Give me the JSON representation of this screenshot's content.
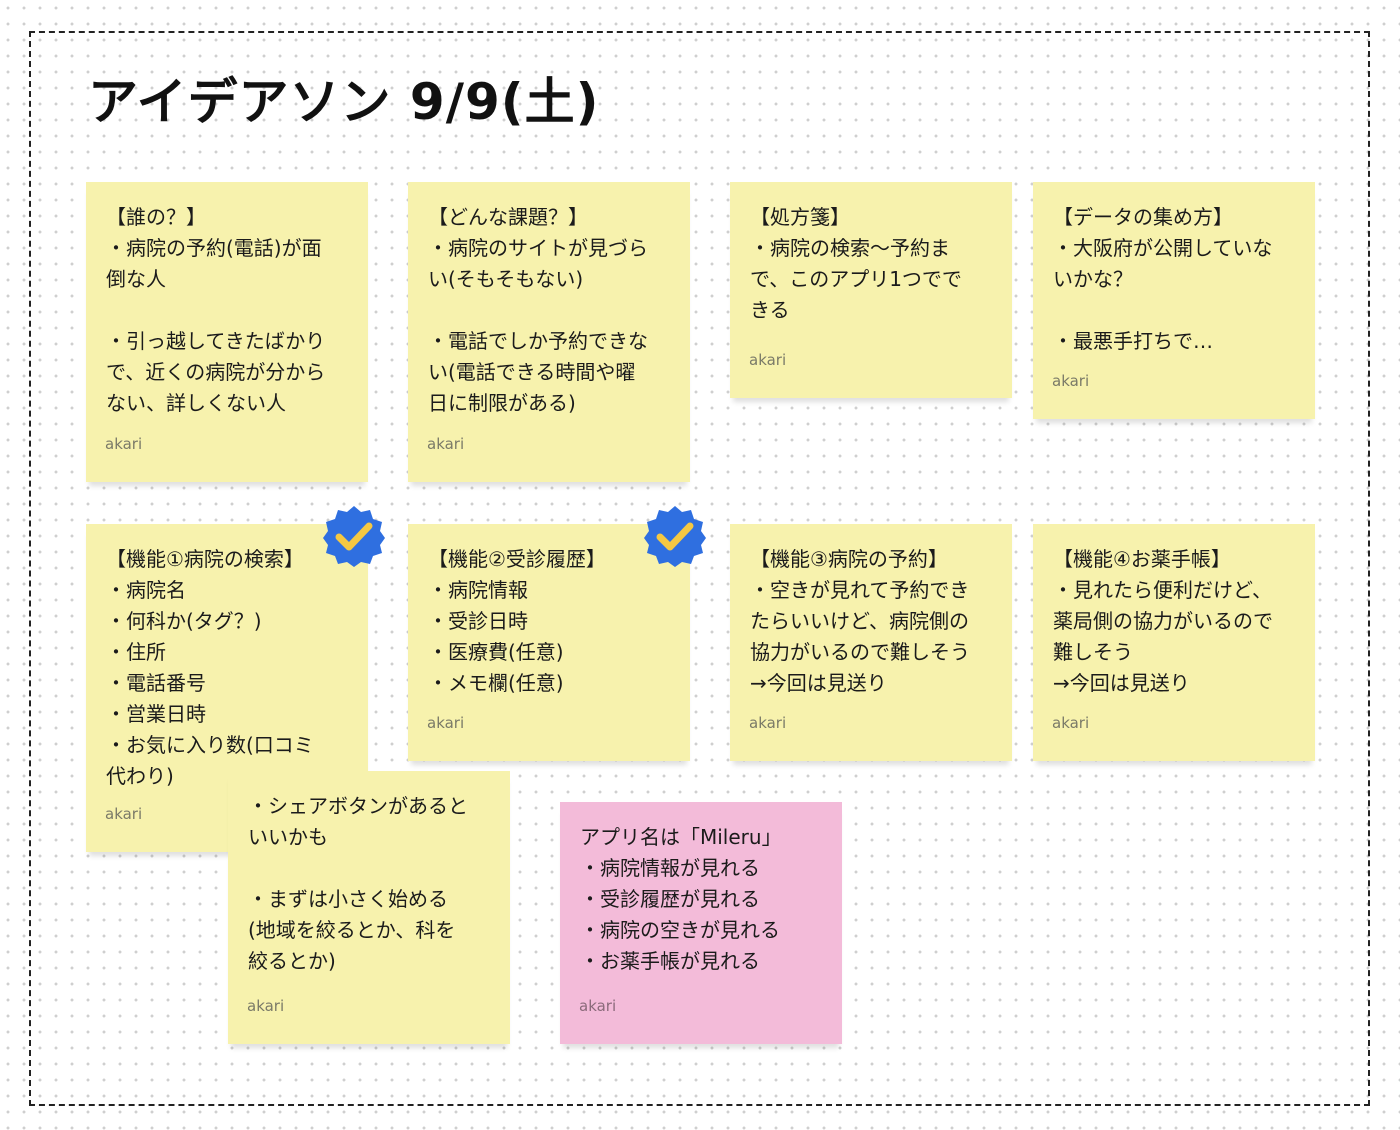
{
  "board": {
    "title": "アイデアソン 9/9(土)"
  },
  "notes": [
    {
      "text": "【誰の？】\n・病院の予約(電話)が面\n倒な人\n\n・引っ越してきたばかり\nで、近くの病院が分から\nない、詳しくない人",
      "author": "akari",
      "color": "#f7f2ad"
    },
    {
      "text": "【どんな課題？】\n・病院のサイトが見づら\nい(そもそもない)\n\n・電話でしか予約できな\nい(電話できる時間や曜\n日に制限がある)",
      "author": "akari",
      "color": "#f7f2ad"
    },
    {
      "text": "【処方箋】\n・病院の検索〜予約ま\nで、このアプリ1つでで\nきる",
      "author": "akari",
      "color": "#f7f2ad"
    },
    {
      "text": "【データの集め方】\n・大阪府が公開していな\nいかな？\n\n・最悪手打ちで…",
      "author": "akari",
      "color": "#f7f2ad"
    },
    {
      "text": "【機能①病院の検索】\n・病院名\n・何科か(タグ？)\n・住所\n・電話番号\n・営業日時\n・お気に入り数(口コミ\n代わり)",
      "author": "akari",
      "color": "#f7f2ad",
      "checked": true
    },
    {
      "text": "【機能②受診履歴】\n・病院情報\n・受診日時\n・医療費(任意)\n・メモ欄(任意)",
      "author": "akari",
      "color": "#f7f2ad",
      "checked": true
    },
    {
      "text": "【機能③病院の予約】\n・空きが見れて予約でき\nたらいいけど、病院側の\n協力がいるので難しそう\n→今回は見送り",
      "author": "akari",
      "color": "#f7f2ad"
    },
    {
      "text": "【機能④お薬手帳】\n・見れたら便利だけど、\n薬局側の協力がいるので\n難しそう\n→今回は見送り",
      "author": "akari",
      "color": "#f7f2ad"
    },
    {
      "text": "・シェアボタンがあると\nいいかも\n\n・まずは小さく始める\n(地域を絞るとか、科を\n絞るとか)",
      "author": "akari",
      "color": "#f7f2ad"
    },
    {
      "text": "アプリ名は「Mileru」\n・病院情報が見れる\n・受診履歴が見れる\n・病院の空きが見れる\n・お薬手帳が見れる",
      "author": "akari",
      "color": "#f3bbd9"
    }
  ],
  "badge": {
    "icon": "check-badge-icon",
    "fill": "#2f6fe0",
    "check_color": "#f5c842"
  }
}
